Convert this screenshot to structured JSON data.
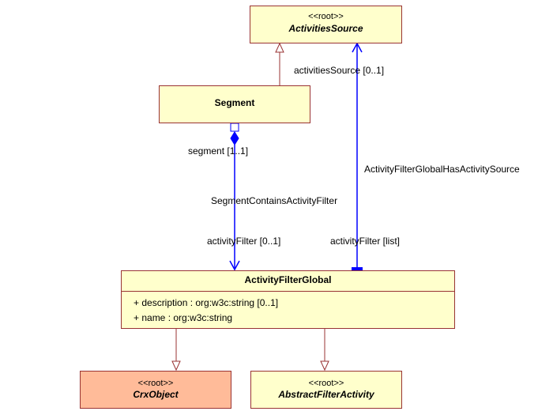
{
  "classes": {
    "activities_source": {
      "stereotype": "<<root>>",
      "name": "ActivitiesSource"
    },
    "segment": {
      "name": "Segment"
    },
    "activity_filter_global": {
      "name": "ActivityFilterGlobal",
      "attributes": [
        "+ description : org:w3c:string [0..1]",
        "+ name : org:w3c:string"
      ]
    },
    "crx_object": {
      "stereotype": "<<root>>",
      "name": "CrxObject"
    },
    "abstract_filter_activity": {
      "stereotype": "<<root>>",
      "name": "AbstractFilterActivity"
    }
  },
  "associations": {
    "segment_contains": {
      "name": "SegmentContainsActivityFilter",
      "source_role": "segment [1..1]",
      "target_role": "activityFilter [0..1]"
    },
    "global_has_source": {
      "name": "ActivityFilterGlobalHasActivitySource",
      "source_role": "activitiesSource [0..1]",
      "target_role": "activityFilter [list]"
    }
  },
  "colors": {
    "class_fill": "#ffffcc",
    "class_border": "#993333",
    "highlight_fill": "#ffbb99",
    "association": "#0000ff",
    "generalization": "#993333"
  }
}
